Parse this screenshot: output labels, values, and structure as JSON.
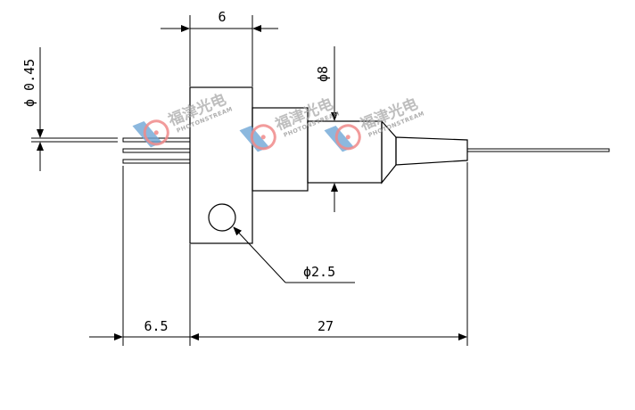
{
  "dimensions": {
    "body_width": "6",
    "fiber_diameter": "ϕ 0.45",
    "sleeve_diameter": "ϕ8",
    "hole_diameter": "ϕ2.5",
    "pin_length": "6.5",
    "total_length": "27"
  },
  "watermark": {
    "brand_cn": "福津光电",
    "brand_en": "PHOTONSTREAM",
    "logo_colors": {
      "pink": "#f08a8a",
      "blue": "#6fa6d6"
    }
  }
}
